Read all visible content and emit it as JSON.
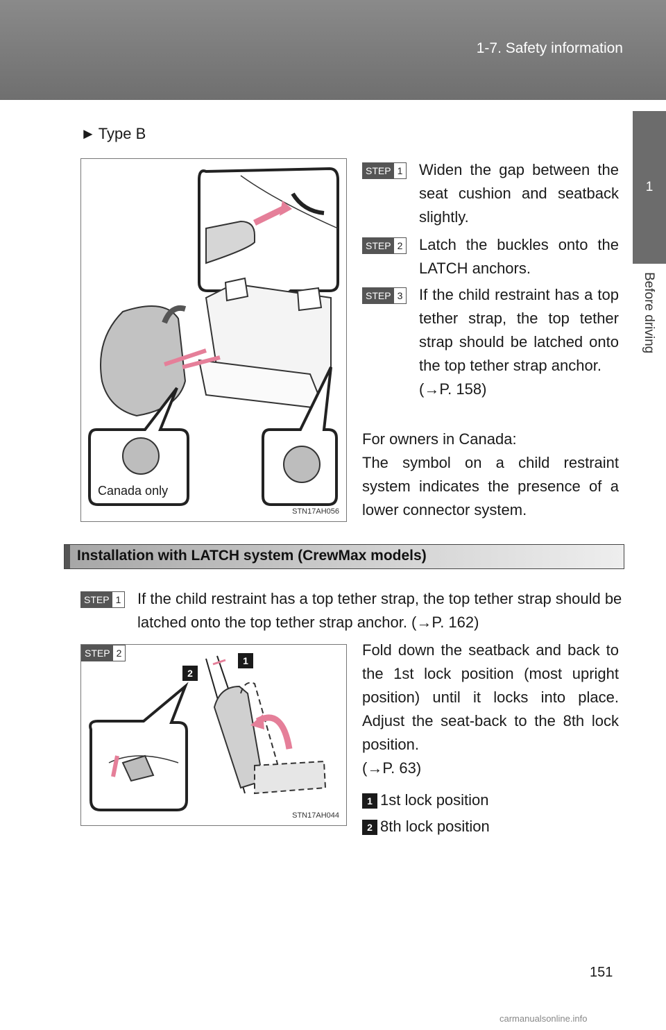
{
  "header": {
    "section": "1-7. Safety information"
  },
  "sidetab": {
    "chapter": "1",
    "label": "Before driving"
  },
  "type_b": {
    "label": "Type B"
  },
  "figure1": {
    "id": "STN17AH056",
    "callout": "Canada only"
  },
  "steps_a": [
    {
      "step": "STEP",
      "num": "1",
      "text": "Widen the gap between the seat cushion and seatback slightly."
    },
    {
      "step": "STEP",
      "num": "2",
      "text": "Latch the buckles onto the LATCH anchors."
    },
    {
      "step": "STEP",
      "num": "3",
      "text": "If the child restraint has a top tether strap, the top tether strap should be latched onto the top tether strap anchor.",
      "ref": "(→P. 158)"
    }
  ],
  "canada": {
    "line1": "For owners in Canada:",
    "line2": "The symbol on a child restraint system indicates the presence of a lower connector system."
  },
  "section": {
    "title": "Installation with LATCH system (CrewMax models)"
  },
  "step_b1": {
    "step": "STEP",
    "num": "1",
    "text": "If the child restraint has a top tether strap, the top  tether strap should be latched onto the top tether strap anchor. (→P. 162)"
  },
  "figure2": {
    "id": "STN17AH044",
    "step": "STEP",
    "num": "2",
    "marker1": "1",
    "marker2": "2"
  },
  "step_b2": {
    "text": "Fold down the seatback and back to the 1st lock position (most upright position) until it locks into place. Adjust the seat-back to the 8th lock position.",
    "ref": "(→P. 63)"
  },
  "legend": [
    {
      "num": "1",
      "text": "1st lock position"
    },
    {
      "num": "2",
      "text": "8th lock position"
    }
  ],
  "page_number": "151",
  "watermark": "carmanualsonline.info"
}
